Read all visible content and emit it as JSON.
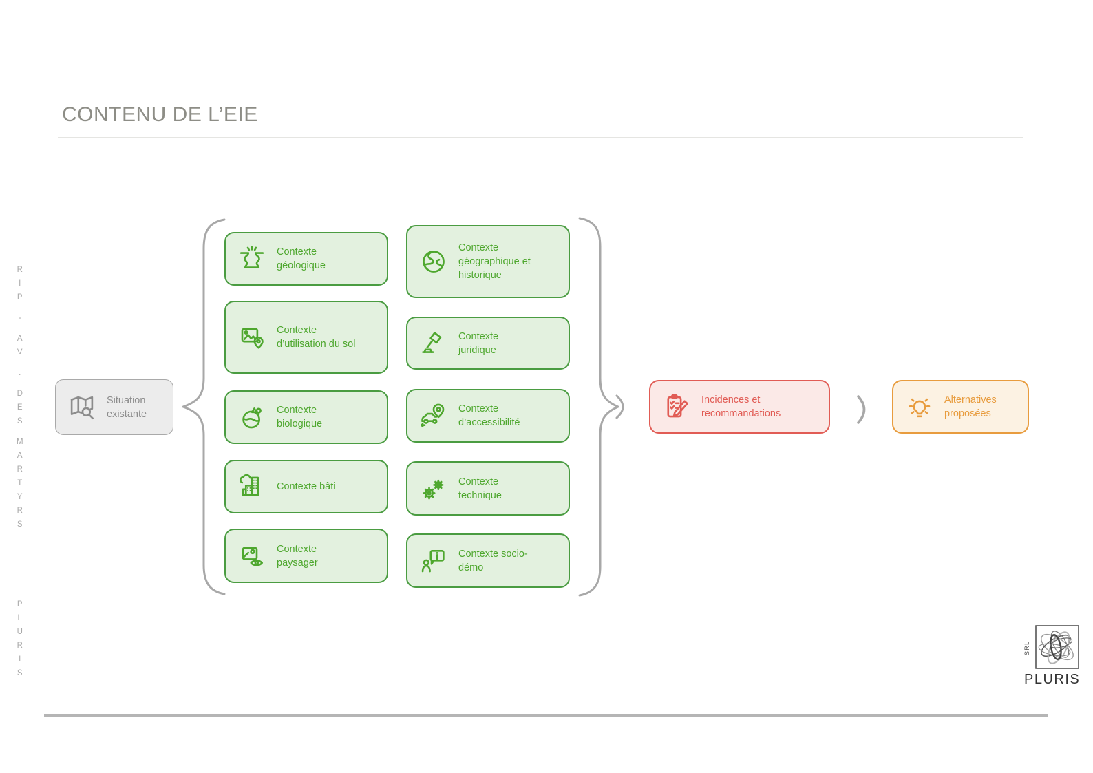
{
  "page": {
    "title": "CONTENU DE L’EIE"
  },
  "sidebar": {
    "words": [
      "RIP",
      "-",
      "AV",
      ".",
      "DES",
      "MARTYRS"
    ],
    "brand": "PLURIS"
  },
  "flow": {
    "source": {
      "label": "Situation existante",
      "icon": "map-search-icon"
    },
    "contexts": [
      {
        "label": "Contexte géologique",
        "icon": "geology-icon"
      },
      {
        "label": "Contexte d’utilisation du sol",
        "icon": "land-use-icon"
      },
      {
        "label": "Contexte biologique",
        "icon": "biology-icon"
      },
      {
        "label": "Contexte bâti",
        "icon": "built-icon"
      },
      {
        "label": "Contexte paysager",
        "icon": "landscape-eye-icon"
      },
      {
        "label": "Contexte géographique et historique",
        "icon": "globe-icon"
      },
      {
        "label": "Contexte juridique",
        "icon": "gavel-icon"
      },
      {
        "label": "Contexte d’accessibilité",
        "icon": "car-pin-icon"
      },
      {
        "label": "Contexte technique",
        "icon": "gears-icon"
      },
      {
        "label": "Contexte socio-démo",
        "icon": "person-speech-icon"
      }
    ],
    "outcome": {
      "label": "Incidences et recommandations",
      "icon": "clipboard-pencil-icon"
    },
    "alternative": {
      "label": "Alternatives proposées",
      "icon": "lightbulb-icon"
    }
  },
  "logo": {
    "srl": "SRL",
    "name": "PLURIS"
  },
  "colors": {
    "green_border": "#4a9c41",
    "green_fill": "#e3f1df",
    "green_text": "#4ea72e",
    "red_border": "#e15c55",
    "red_fill": "#fbe9e7",
    "orange_border": "#e89c3e",
    "orange_fill": "#fcf2e3",
    "gray_border": "#a9a9a9",
    "gray_fill": "#ececec",
    "gray_text": "#8c8c8c",
    "connector_gray": "#a8a8a8"
  }
}
